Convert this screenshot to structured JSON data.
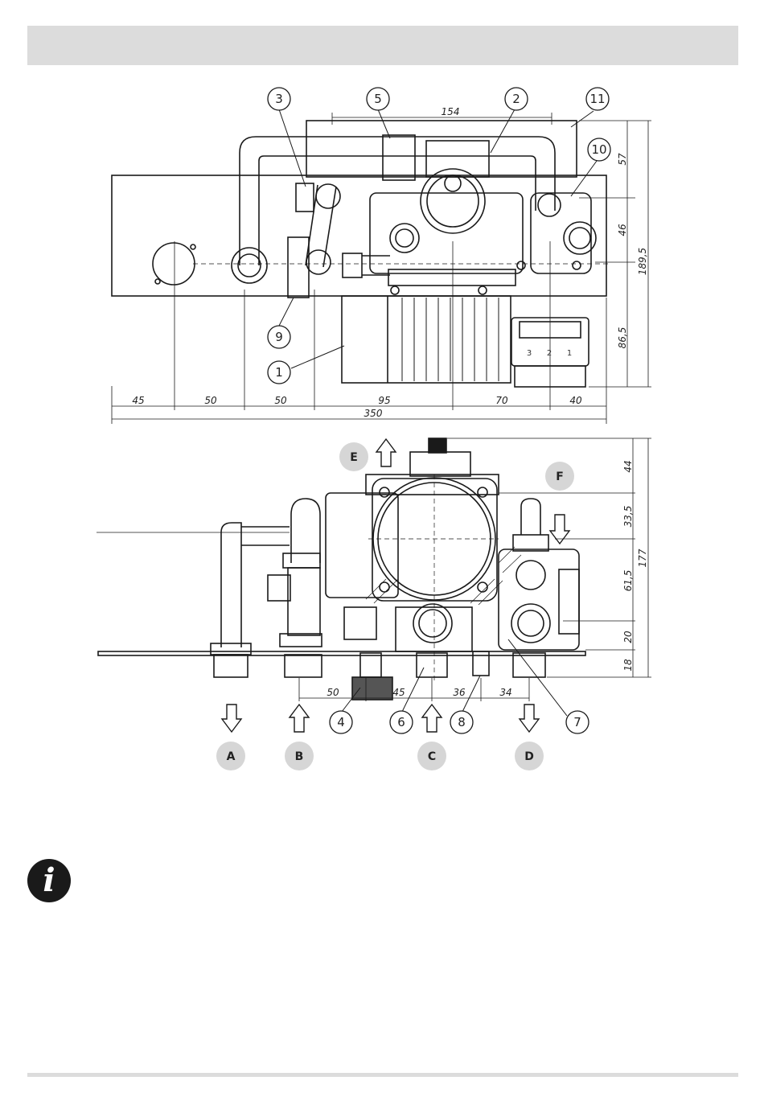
{
  "top_view": {
    "callouts": [
      "3",
      "5",
      "2",
      "11",
      "10",
      "9",
      "1"
    ],
    "connector_pins": [
      "3",
      "2",
      "1"
    ],
    "dims_horizontal": [
      "45",
      "50",
      "50",
      "95",
      "70",
      "40"
    ],
    "dim_total": "350",
    "dim_top": "154",
    "dims_vertical": [
      "57",
      "46",
      "86,5"
    ],
    "dim_vertical_total": "189,5"
  },
  "front_view": {
    "callouts": [
      "4",
      "6",
      "8",
      "7"
    ],
    "dims_horizontal": [
      "50",
      "45",
      "36",
      "34"
    ],
    "dims_vertical": [
      "44",
      "33,5",
      "61,5",
      "20",
      "18"
    ],
    "dim_vertical_total": "177",
    "ports": [
      "E",
      "F",
      "A",
      "B",
      "C",
      "D"
    ]
  },
  "icons": {
    "info": "i"
  },
  "colors": {
    "header": "#dcdcdc",
    "badge": "#d6d6d6",
    "ink": "#1a1a1a"
  }
}
